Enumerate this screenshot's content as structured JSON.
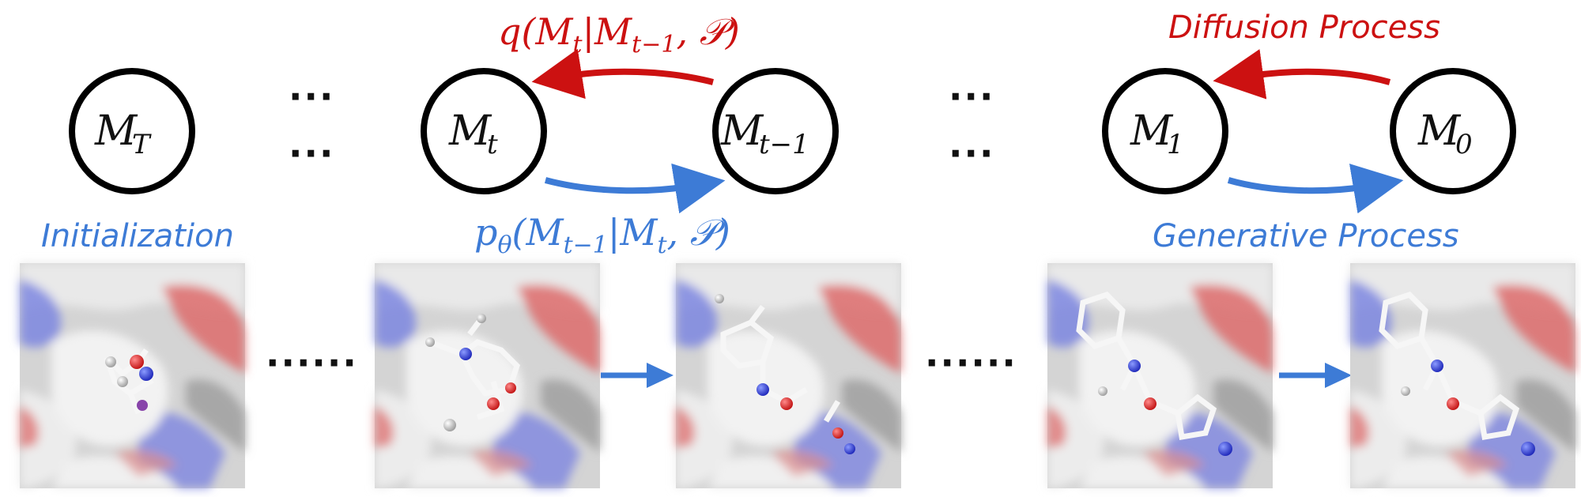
{
  "colors": {
    "diffusion": "#cc1111",
    "generative": "#3d7bd6",
    "node_stroke": "#000000",
    "surface_gray": "#d7d7d7",
    "surface_red": "#dd6b6b",
    "surface_blue": "#7d86e0"
  },
  "nodes": [
    {
      "id": "MT",
      "main": "M",
      "sub": "T"
    },
    {
      "id": "Mt",
      "main": "M",
      "sub": "t"
    },
    {
      "id": "Mt1",
      "main": "M",
      "sub": "t−1"
    },
    {
      "id": "M1",
      "main": "M",
      "sub": "1"
    },
    {
      "id": "M0",
      "main": "M",
      "sub": "0"
    }
  ],
  "dots": {
    "upper": [
      "···",
      "···"
    ],
    "lower": [
      "······",
      "······"
    ]
  },
  "formulas": {
    "forward": {
      "q": "q(M",
      "sub1": "t",
      "mid": "|M",
      "sub2": "t−1",
      "end": ", 𝒫)"
    },
    "reverse": {
      "p": "p",
      "psub": "θ",
      "open": "(M",
      "sub1": "t−1",
      "mid": "|M",
      "sub2": "t",
      "end": ", 𝒫)"
    }
  },
  "labels": {
    "initialization": "Initialization",
    "diffusion": "Diffusion Process",
    "generative": "Generative Process"
  },
  "icons": [
    "molecule-pocket-image",
    "arrow-right-icon"
  ]
}
